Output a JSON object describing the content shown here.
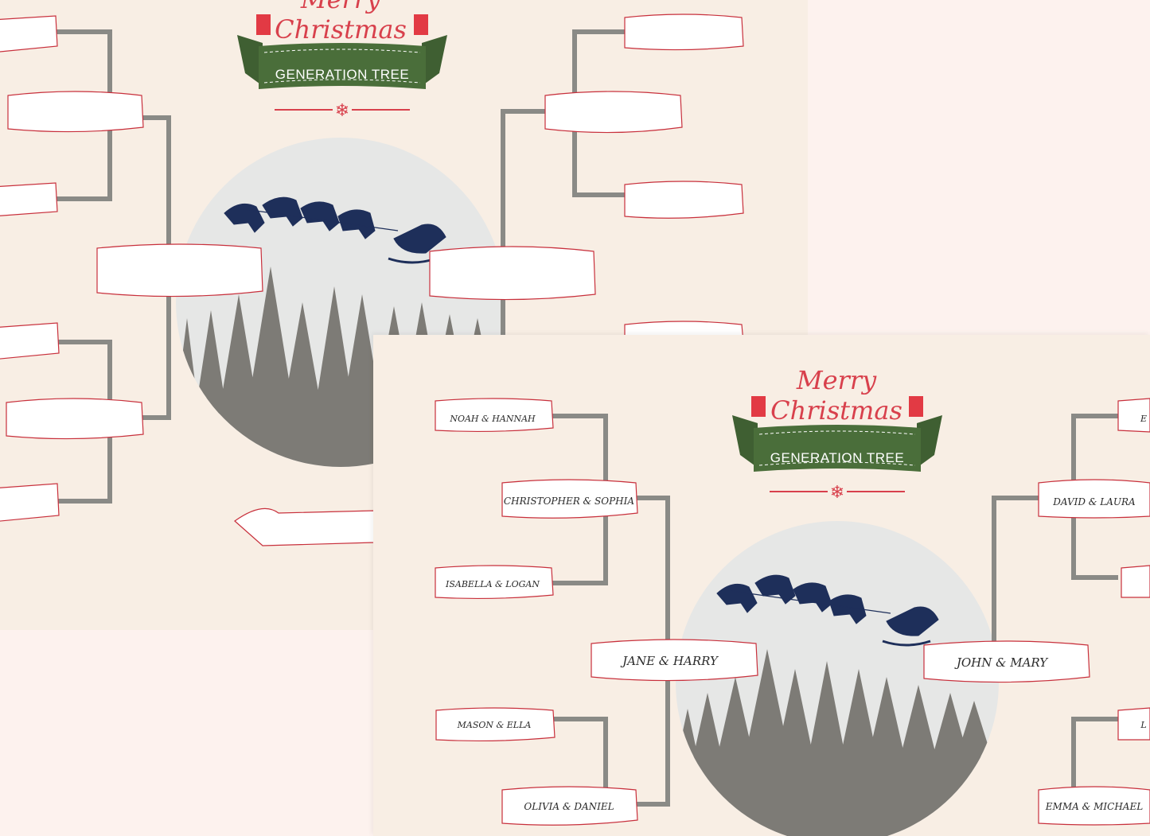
{
  "header": {
    "title_line1": "Merry",
    "title_line2": "Christmas",
    "banner": "GENERATION TREE"
  },
  "colors": {
    "paper": "#f8eee4",
    "background": "#fdf2ee",
    "ribbon_red": "#c8303c",
    "banner_green": "#4a6e3a",
    "sleigh_navy": "#1e2f5a",
    "tree_gray": "#7d7b76",
    "moon": "#e6e7e6",
    "branch": "#8a8a86"
  },
  "family": {
    "center_left": "JANE & HARRY",
    "center_right": "JOHN & MARY",
    "left": [
      "NOAH & HANNAH",
      "CHRISTOPHER & SOPHIA",
      "ISABELLA & LOGAN",
      "MASON & ELLA",
      "OLIVIA & DANIEL"
    ],
    "right": [
      "E",
      "DAVID & LAURA",
      "",
      "L",
      "EMMA & MICHAEL"
    ]
  }
}
